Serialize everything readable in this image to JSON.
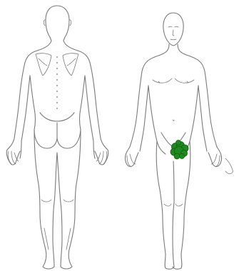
{
  "figures": [
    {
      "view": "back",
      "label": ""
    },
    {
      "view": "front",
      "label": ""
    }
  ],
  "colors": {
    "outline": "#7a7a7a",
    "marker": "#1f8a1f",
    "marker_dark": "#0f5e0f",
    "background": "#ffffff"
  },
  "marked_regions": [
    {
      "region": "groin",
      "view": "front",
      "color": "#1f8a1f"
    }
  ]
}
